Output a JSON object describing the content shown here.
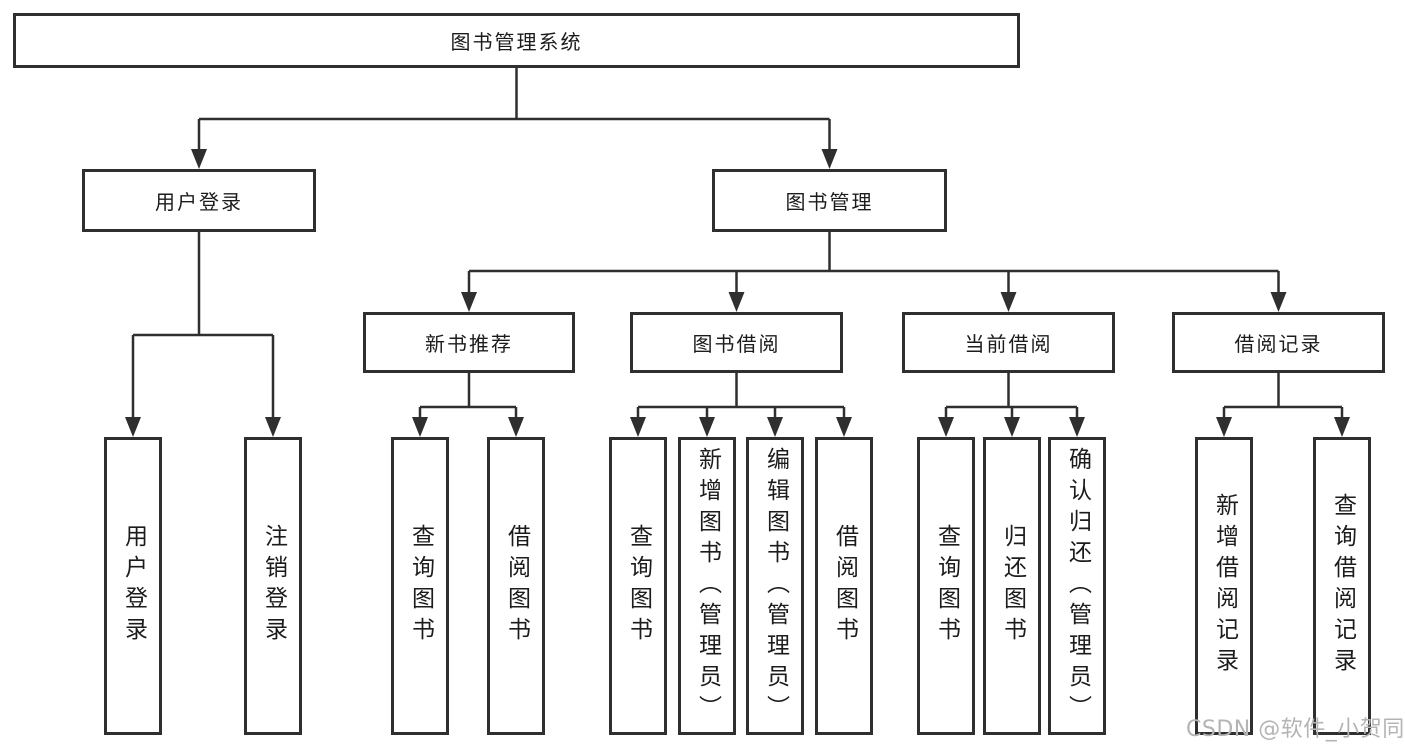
{
  "diagram": {
    "root": {
      "label": "图书管理系统"
    },
    "level2": [
      {
        "label": "用户登录",
        "leaves": [
          "用户登录",
          "注销登录"
        ]
      },
      {
        "label": "图书管理",
        "groups": [
          {
            "label": "新书推荐",
            "leaves": [
              "查询图书",
              "借阅图书"
            ]
          },
          {
            "label": "图书借阅",
            "leaves": [
              "查询图书",
              "新增图书（管理员）",
              "编辑图书（管理员）",
              "借阅图书"
            ]
          },
          {
            "label": "当前借阅",
            "leaves": [
              "查询图书",
              "归还图书",
              "确认归还（管理员）"
            ]
          },
          {
            "label": "借阅记录",
            "leaves": [
              "新增借阅记录",
              "查询借阅记录"
            ]
          }
        ]
      }
    ]
  },
  "colors": {
    "line": "#2f2f2f",
    "text": "#1c1c1c",
    "watermark": "#b4b4b4",
    "background": "#ffffff"
  },
  "watermark": {
    "text": "CSDN @软件_小贺同学"
  }
}
